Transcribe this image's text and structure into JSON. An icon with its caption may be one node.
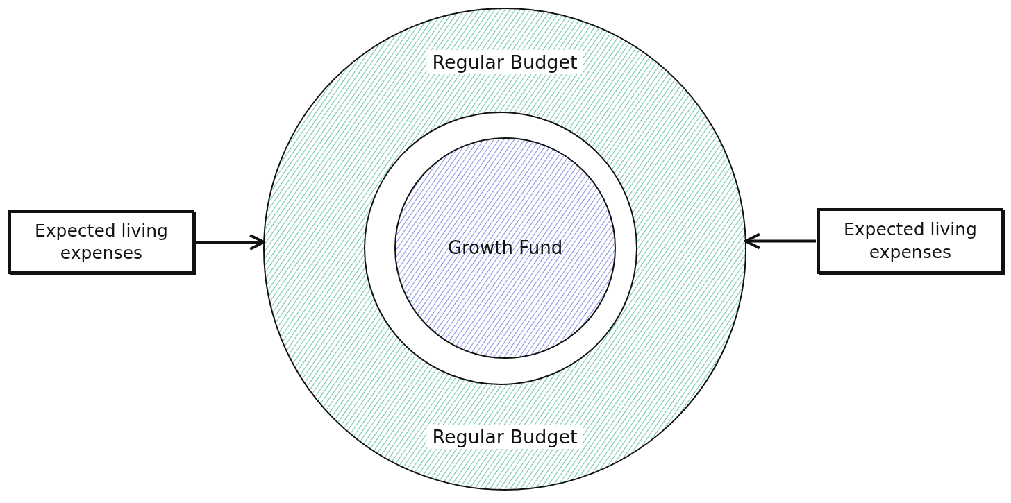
{
  "diagram": {
    "nodes": [
      {
        "text": [
          "Regular Budget",
          "Regular Budget"
        ]
      },
      {
        "text": [],
        "shape": "circle",
        "in": 0
      },
      {
        "text": [
          "Growth Fund"
        ],
        "in": 1
      },
      {
        "text": [
          "Expected living expenses"
        ]
      },
      {
        "text": [
          "Expected living expenses"
        ]
      }
    ],
    "edges": [
      {
        "from": 3,
        "to": 0,
        "arrow": "to"
      },
      {
        "from": 4,
        "to": 0,
        "arrow": "to"
      }
    ]
  }
}
